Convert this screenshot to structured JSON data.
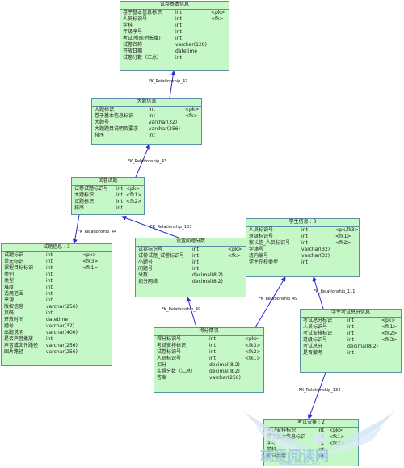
{
  "colors": {
    "entity_fill": "#c6f7c6",
    "entity_border": "#5a8fa8",
    "relation_line": "#2a2ad0"
  },
  "entities": {
    "paper_info": {
      "title": "试卷基本信息",
      "rows": [
        {
          "name": "卷子基本信息标识",
          "type": "int",
          "key": "<pk>"
        },
        {
          "name": "人员标识号",
          "type": "int",
          "key": "<fk>"
        },
        {
          "name": "学科",
          "type": "int",
          "key": ""
        },
        {
          "name": "年级序号",
          "type": "int",
          "key": ""
        },
        {
          "name": "考试时间(时长度)",
          "type": "int",
          "key": ""
        },
        {
          "name": "试卷名称",
          "type": "varchar(128)",
          "key": ""
        },
        {
          "name": "开放日期",
          "type": "datetime",
          "key": ""
        },
        {
          "name": "试卷分数（汇总）",
          "type": "int",
          "key": ""
        }
      ]
    },
    "big_question": {
      "title": "大题信息",
      "rows": [
        {
          "name": "大题标识",
          "type": "int",
          "key": "<pk>"
        },
        {
          "name": "卷子基本信息标识",
          "type": "int",
          "key": "<fk>"
        },
        {
          "name": "大题号",
          "type": "varchar(32)",
          "key": ""
        },
        {
          "name": "大题题目说明及要求",
          "type": "varchar(256)",
          "key": ""
        },
        {
          "name": "排序",
          "type": "int",
          "key": ""
        }
      ]
    },
    "paper_question": {
      "title": "试卷试题",
      "rows": [
        {
          "name": "试卷试题标识号",
          "type": "int",
          "key": "<pk>"
        },
        {
          "name": "大题标识",
          "type": "int",
          "key": "<fk1>"
        },
        {
          "name": "试题标识",
          "type": "int",
          "key": "<fk2>"
        },
        {
          "name": "排序",
          "type": "int",
          "key": ""
        }
      ]
    },
    "question_info": {
      "title": "试题信息 : 3",
      "rows": [
        {
          "name": "试题标识",
          "type": "int",
          "key": "<pk>"
        },
        {
          "name": "单元标识",
          "type": "int",
          "key": "<fk3>"
        },
        {
          "name": "课程目标标识",
          "type": "int",
          "key": "<fk1>"
        },
        {
          "name": "类别",
          "type": "int",
          "key": ""
        },
        {
          "name": "类型",
          "type": "int",
          "key": ""
        },
        {
          "name": "难度",
          "type": "int",
          "key": ""
        },
        {
          "name": "适用范围",
          "type": "int",
          "key": ""
        },
        {
          "name": "来源",
          "type": "int",
          "key": ""
        },
        {
          "name": "版权信息",
          "type": "varchar(256)",
          "key": ""
        },
        {
          "name": "页码",
          "type": "int",
          "key": ""
        },
        {
          "name": "开放时间",
          "type": "datetime",
          "key": ""
        },
        {
          "name": "题号",
          "type": "varchar(32)",
          "key": ""
        },
        {
          "name": "出题说明",
          "type": "varchar(400)",
          "key": ""
        },
        {
          "name": "是否声音播放",
          "type": "int",
          "key": ""
        },
        {
          "name": "声音或文件路径",
          "type": "varchar(256)",
          "key": ""
        },
        {
          "name": "图片路径",
          "type": "varchar(256)",
          "key": ""
        }
      ]
    },
    "score_setting": {
      "title": "设置问题分数",
      "rows": [
        {
          "name": "试卷标识号",
          "type": "int",
          "key": "<pk>"
        },
        {
          "name": "试卷试题_试卷标识号",
          "type": "int",
          "key": "<fk>"
        },
        {
          "name": "小题号",
          "type": "int",
          "key": ""
        },
        {
          "name": "问题号",
          "type": "int",
          "key": ""
        },
        {
          "name": "分数",
          "type": "decimal(8,2)",
          "key": ""
        },
        {
          "name": "扣分网络",
          "type": "decimal(8,2)",
          "key": ""
        }
      ]
    },
    "student_info": {
      "title": "学生信息 : 3",
      "rows": [
        {
          "name": "人员标识号",
          "type": "int",
          "key": "<pk,fk3>"
        },
        {
          "name": "班级标识号",
          "type": "int",
          "key": "<fk1>"
        },
        {
          "name": "家长信_人员标识号",
          "type": "int",
          "key": "<fk2>"
        },
        {
          "name": "学籍号",
          "type": "varchar(32)",
          "key": ""
        },
        {
          "name": "班内编号",
          "type": "varchar(32)",
          "key": ""
        },
        {
          "name": "学生在校类型",
          "type": "int",
          "key": ""
        }
      ]
    },
    "score_status": {
      "title": "得分情况",
      "rows": [
        {
          "name": "得分标识号",
          "type": "int",
          "key": "<pk>"
        },
        {
          "name": "考试安排标识",
          "type": "int",
          "key": "<fk3>"
        },
        {
          "name": "试卷标识号",
          "type": "int",
          "key": "<fk2>"
        },
        {
          "name": "人员标识号",
          "type": "int",
          "key": "<fk1>"
        },
        {
          "name": "扣分",
          "type": "decimal(8,2)",
          "key": ""
        },
        {
          "name": "实得分数（汇总）",
          "type": "decimal(8,2)",
          "key": ""
        },
        {
          "name": "答案",
          "type": "varchar(256)",
          "key": ""
        }
      ]
    },
    "student_exam_total": {
      "title": "学生考试总分信息",
      "rows": [
        {
          "name": "考试总分标识",
          "type": "int",
          "key": "<pk>"
        },
        {
          "name": "人员标识号",
          "type": "int",
          "key": "<fk1>"
        },
        {
          "name": "考试安排标识",
          "type": "int",
          "key": "<fk2>"
        },
        {
          "name": "班级标识号",
          "type": "int",
          "key": "<fk3>"
        },
        {
          "name": "考试总分",
          "type": "decimal(8,2)",
          "key": ""
        },
        {
          "name": "是否撤考",
          "type": "int",
          "key": ""
        }
      ]
    },
    "exam_schedule": {
      "title": "考试安排 : 2",
      "rows": [
        {
          "name": "考试安排标识",
          "type": "int",
          "key": "<pk>"
        },
        {
          "name": "卷子基本信息标识",
          "type": "int",
          "key": "<fk1>"
        },
        {
          "name": "学年",
          "type": "int",
          "key": "<fk2>"
        },
        {
          "name": "学科",
          "type": "int",
          "key": ""
        },
        {
          "name": "考试类型",
          "type": "int",
          "key": ""
        }
      ]
    }
  },
  "relationships": [
    {
      "label": "FK_Relationship_42"
    },
    {
      "label": "FK_Relationship_43"
    },
    {
      "label": "FK_Relationship_44"
    },
    {
      "label": "FK_Relationship_103"
    },
    {
      "label": "FK_Relationship_49"
    },
    {
      "label": "FK_Relationship_49"
    },
    {
      "label": "FK_Relationship_111"
    },
    {
      "label": "FK_Relationship_134"
    }
  ],
  "watermark": {
    "text": "就爱阅读网",
    "url": "www.92to.com"
  }
}
